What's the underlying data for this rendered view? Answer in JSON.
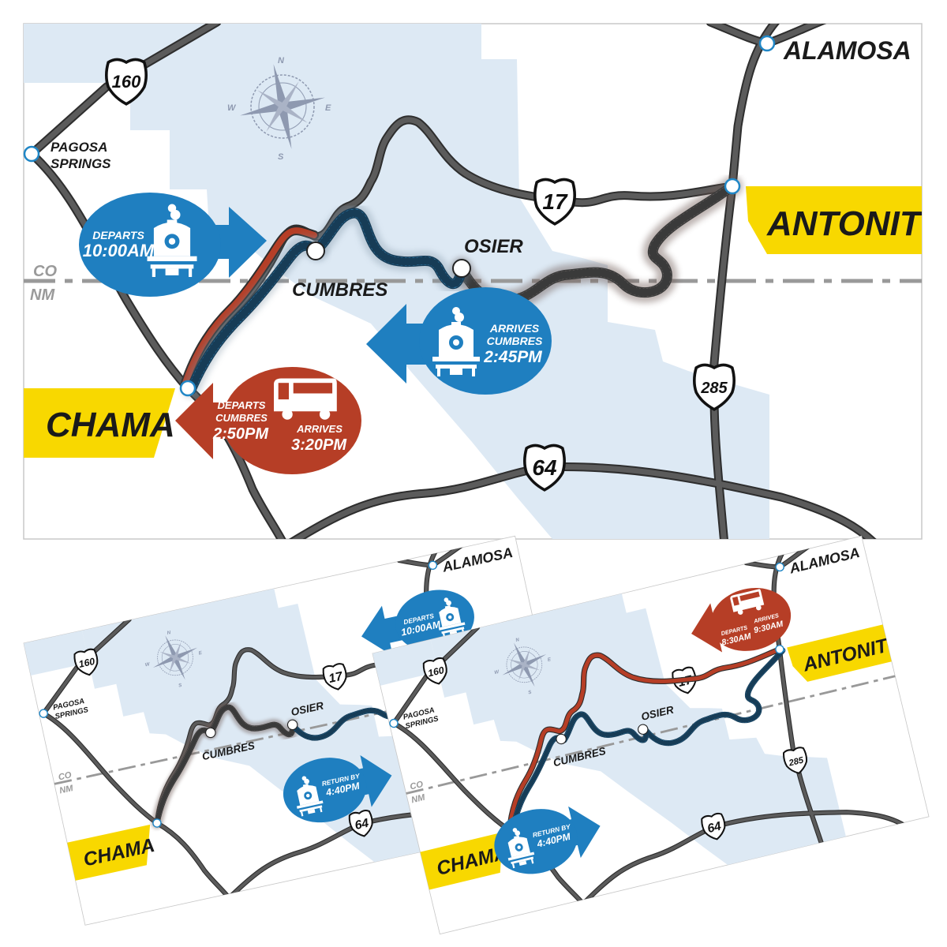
{
  "colors": {
    "land": "#dde9f4",
    "road": "#4a4a4a",
    "rail_blue": "#1f86c6",
    "bus_red": "#b63e26",
    "label_yellow": "#f8d800",
    "track_shadow": "#6e5a55"
  },
  "towns": {
    "alamosa": "ALAMOSA",
    "pagosa_1": "PAGOSA",
    "pagosa_2": "SPRINGS",
    "cumbres": "CUMBRES",
    "osier": "OSIER",
    "chama": "CHAMA",
    "antonito": "ANTONITO"
  },
  "highways": {
    "h160": "160",
    "h17": "17",
    "h285": "285",
    "h64": "64"
  },
  "states": {
    "north": "CO",
    "south": "NM"
  },
  "compass": {
    "n": "N",
    "e": "E",
    "s": "S",
    "w": "W"
  },
  "main_callouts": {
    "train_depart": {
      "line1": "DEPARTS",
      "line2": "10:00AM"
    },
    "train_arrive": {
      "line1": "ARRIVES",
      "line2": "CUMBRES",
      "line3": "2:45PM"
    },
    "bus": {
      "depart1": "DEPARTS",
      "depart2": "CUMBRES",
      "depart3": "2:50PM",
      "arrive1": "ARRIVES",
      "arrive2": "3:20PM"
    }
  },
  "inset_1": {
    "train_depart": {
      "line1": "DEPARTS",
      "line2": "10:00AM"
    },
    "train_return": {
      "line1": "RETURN BY",
      "line2": "4:40PM"
    }
  },
  "inset_2": {
    "bus": {
      "depart1": "DEPARTS",
      "depart2": "8:30AM",
      "arrive1": "ARRIVES",
      "arrive2": "9:30AM"
    },
    "train_return": {
      "line1": "RETURN BY",
      "line2": "4:40PM"
    }
  }
}
